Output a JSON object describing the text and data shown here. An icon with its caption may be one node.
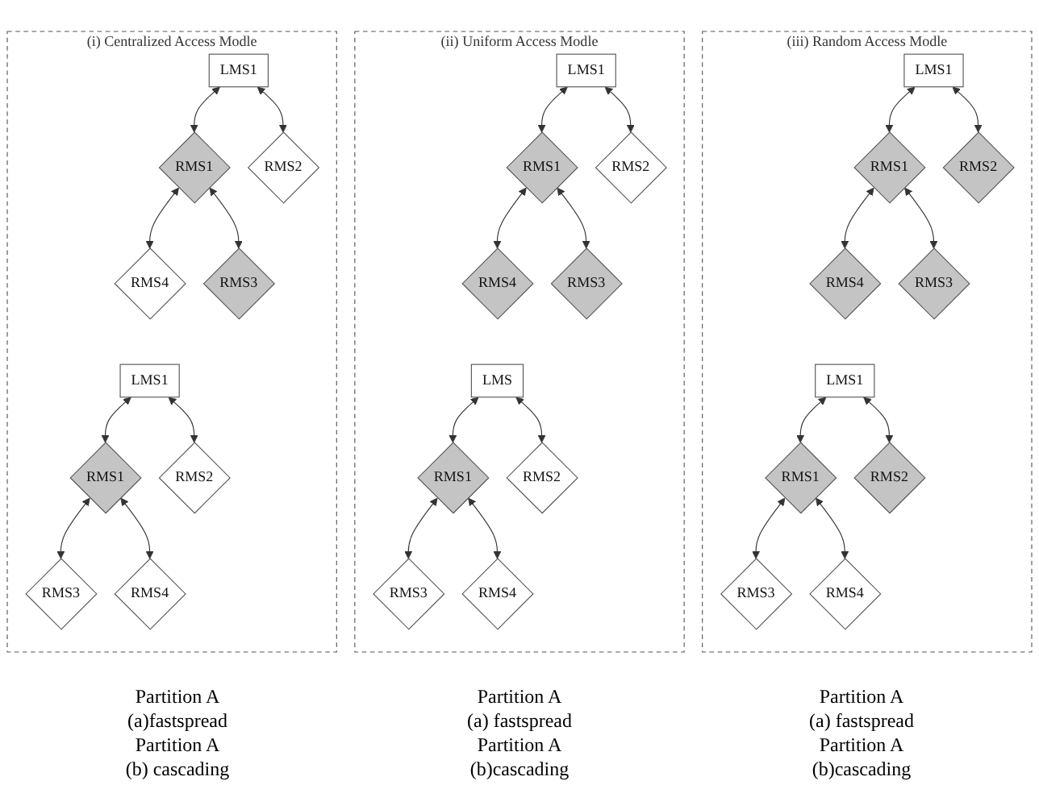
{
  "diagram": {
    "nodes": [
      {
        "text": [
          "(i) Centralized Access Modle"
        ]
      },
      {
        "text": [
          "LMS1"
        ],
        "in": 0
      },
      {
        "text": [
          "RMS1"
        ],
        "in": 0
      },
      {
        "text": [
          "RMS2"
        ],
        "in": 0
      },
      {
        "text": [
          "RMS3"
        ],
        "in": 0
      },
      {
        "text": [
          "RMS4"
        ],
        "in": 0
      },
      {
        "text": [
          "LMS1"
        ],
        "in": 0
      },
      {
        "text": [
          "RMS1"
        ],
        "in": 0
      },
      {
        "text": [
          "RMS2"
        ],
        "in": 0
      },
      {
        "text": [
          "RMS3"
        ],
        "in": 0
      },
      {
        "text": [
          "RMS4"
        ],
        "in": 0
      },
      {
        "text": [
          "(ii) Uniform Access Modle"
        ]
      },
      {
        "text": [
          "LMS1"
        ],
        "in": 11
      },
      {
        "text": [
          "RMS1"
        ],
        "in": 11
      },
      {
        "text": [
          "RMS2"
        ],
        "in": 11
      },
      {
        "text": [
          "RMS3"
        ],
        "in": 11
      },
      {
        "text": [
          "RMS4"
        ],
        "in": 11
      },
      {
        "text": [
          "LMS"
        ],
        "in": 11
      },
      {
        "text": [
          "RMS1"
        ],
        "in": 11
      },
      {
        "text": [
          "RMS2"
        ],
        "in": 11
      },
      {
        "text": [
          "RMS3"
        ],
        "in": 11
      },
      {
        "text": [
          "RMS4"
        ],
        "in": 11
      },
      {
        "text": [
          "(iii) Random Access Modle"
        ]
      },
      {
        "text": [
          "LMS1"
        ],
        "in": 22
      },
      {
        "text": [
          "RMS1"
        ],
        "in": 22
      },
      {
        "text": [
          "RMS2"
        ],
        "in": 22
      },
      {
        "text": [
          "RMS3"
        ],
        "in": 22
      },
      {
        "text": [
          "RMS4"
        ],
        "in": 22
      },
      {
        "text": [
          "LMS1"
        ],
        "in": 22
      },
      {
        "text": [
          "RMS1"
        ],
        "in": 22
      },
      {
        "text": [
          "RMS2"
        ],
        "in": 22
      },
      {
        "text": [
          "RMS3"
        ],
        "in": 22
      },
      {
        "text": [
          "RMS4"
        ],
        "in": 22
      }
    ],
    "edges": [
      {
        "from": 1,
        "to": 2,
        "arrow": "both"
      },
      {
        "from": 1,
        "to": 3,
        "arrow": "both"
      },
      {
        "from": 2,
        "to": 4,
        "arrow": "both"
      },
      {
        "from": 2,
        "to": 5,
        "arrow": "both"
      },
      {
        "from": 6,
        "to": 7,
        "arrow": "both"
      },
      {
        "from": 6,
        "to": 8,
        "arrow": "both"
      },
      {
        "from": 7,
        "to": 9,
        "arrow": "both"
      },
      {
        "from": 7,
        "to": 10,
        "arrow": "both"
      },
      {
        "from": 12,
        "to": 13,
        "arrow": "both"
      },
      {
        "from": 12,
        "to": 14,
        "arrow": "both"
      },
      {
        "from": 13,
        "to": 15,
        "arrow": "both"
      },
      {
        "from": 13,
        "to": 16,
        "arrow": "both"
      },
      {
        "from": 17,
        "to": 18,
        "arrow": "both"
      },
      {
        "from": 17,
        "to": 19,
        "arrow": "both"
      },
      {
        "from": 18,
        "to": 20,
        "arrow": "both"
      },
      {
        "from": 18,
        "to": 21,
        "arrow": "both"
      },
      {
        "from": 23,
        "to": 24,
        "arrow": "both"
      },
      {
        "from": 23,
        "to": 25,
        "arrow": "both"
      },
      {
        "from": 24,
        "to": 26,
        "arrow": "both"
      },
      {
        "from": 24,
        "to": 27,
        "arrow": "both"
      },
      {
        "from": 28,
        "to": 29,
        "arrow": "both"
      },
      {
        "from": 28,
        "to": 30,
        "arrow": "both"
      },
      {
        "from": 29,
        "to": 31,
        "arrow": "both"
      },
      {
        "from": 29,
        "to": 32,
        "arrow": "both"
      }
    ],
    "labels": [
      "Partition A",
      "Partition A",
      "Partition A",
      "(a)fastspread",
      "(a)  fastspread",
      "(a)  fastspread",
      "Partition A",
      "Partition  A",
      "Partition A",
      "(b) cascading",
      "(b)cascading",
      "(b)cascading"
    ]
  }
}
